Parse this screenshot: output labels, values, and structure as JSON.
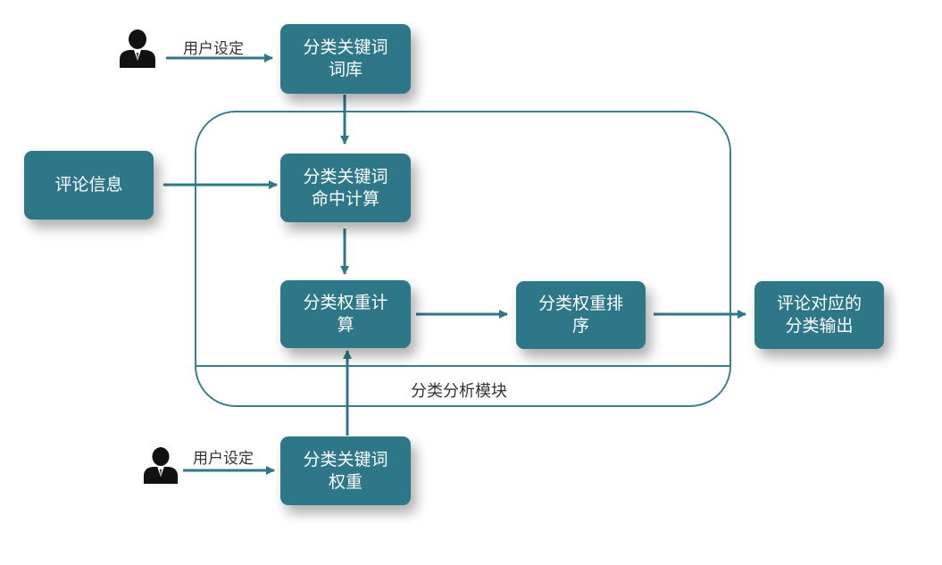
{
  "diagram": {
    "nodes": {
      "keyword_library": [
        "分类关键词",
        "词库"
      ],
      "comment_info": [
        "评论信息"
      ],
      "keyword_hit_calc": [
        "分类关键词",
        "命中计算"
      ],
      "weight_calc": [
        "分类权重计",
        "算"
      ],
      "weight_sort": [
        "分类权重排",
        "序"
      ],
      "output": [
        "评论对应的",
        "分类输出"
      ],
      "keyword_weight": [
        "分类关键词",
        "权重"
      ]
    },
    "user_setting_top": "用户设定",
    "user_setting_bottom": "用户设定",
    "module_label": "分类分析模块"
  },
  "colors": {
    "box_fill": "#2e7788",
    "box_text": "#ffffff",
    "arrow": "#2e7788",
    "frame": "#3b7f8e",
    "person": "#111111"
  },
  "icons": {
    "user": "person-icon"
  }
}
